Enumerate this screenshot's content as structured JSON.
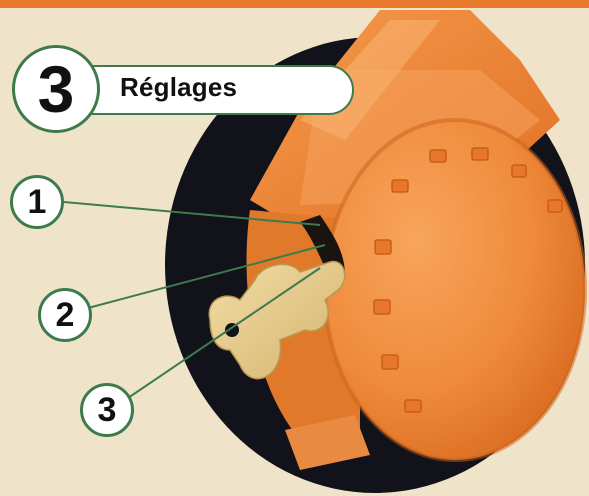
{
  "step": {
    "number": "3",
    "title": "Réglages"
  },
  "callouts": [
    {
      "label": "1"
    },
    {
      "label": "2"
    },
    {
      "label": "3"
    }
  ],
  "colors": {
    "accent": "#e8782a",
    "callout_border": "#3d7a4e",
    "background": "#efe4c9",
    "product_orange": "#f08a3c",
    "key_beige": "#e7cc8a"
  },
  "illustration": {
    "subject": "orange-adjustment-wheel-with-beige-key"
  }
}
